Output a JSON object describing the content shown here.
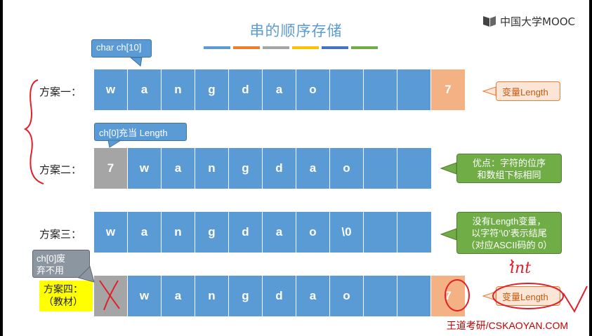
{
  "slide": {
    "title": "串的顺序存储",
    "logo_text": "中国大学MOOC",
    "footer": "王道考研/CSKAOYAN.COM",
    "stripe_colors": [
      "#5b9bd5",
      "#ed7d31",
      "#a5a5a5",
      "#ffc000",
      "#4472c4",
      "#70ad47"
    ]
  },
  "schemes": [
    {
      "label": "方案一：",
      "cells": [
        "w",
        "a",
        "n",
        "g",
        "d",
        "a",
        "o",
        "",
        "",
        "",
        "7"
      ],
      "callout": "变量Length"
    },
    {
      "label": "方案二：",
      "cells": [
        "7",
        "w",
        "a",
        "n",
        "g",
        "d",
        "a",
        "o",
        "",
        ""
      ],
      "callout_line1": "优点：字符的位序",
      "callout_line2": "和数组下标相同"
    },
    {
      "label": "方案三：",
      "cells": [
        "w",
        "a",
        "n",
        "g",
        "d",
        "a",
        "o",
        "\\0",
        "",
        ""
      ],
      "callout_line1": "没有Length变量，",
      "callout_line2": "以字符‘\\0’表示结尾",
      "callout_line3": "（对应ASCII码的 0）"
    },
    {
      "label_line1": "方案四：",
      "label_line2": "（教材）",
      "cells": [
        "",
        "w",
        "a",
        "n",
        "g",
        "d",
        "a",
        "o",
        "",
        "",
        "7"
      ],
      "callout": "变量Length"
    }
  ],
  "tips": {
    "char_array": "char ch[10]",
    "ch0_length": "ch[0]充当 Length",
    "ch0_discard_line1": "ch[0]废",
    "ch0_discard_line2": "弃不用"
  },
  "annotations": {
    "handwritten_int": "int"
  }
}
